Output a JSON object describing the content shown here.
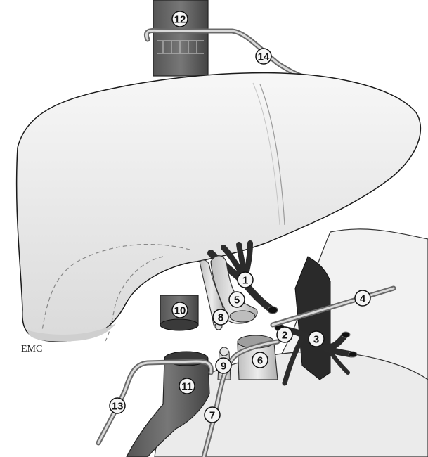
{
  "callouts": [
    "1",
    "2",
    "3",
    "4",
    "5",
    "6",
    "7",
    "8",
    "9",
    "10",
    "11",
    "12",
    "13",
    "14"
  ],
  "signature": "EMC",
  "colors": {
    "liver": "#f1f1f1",
    "liver_shade": "#d6d6d6",
    "vessel_dark": "#3a3a3a",
    "vessel_mid": "#6f6f6f",
    "vessel_light": "#cfcfcf",
    "tube": "#9a9a9a",
    "outline": "#1a1a1a"
  }
}
